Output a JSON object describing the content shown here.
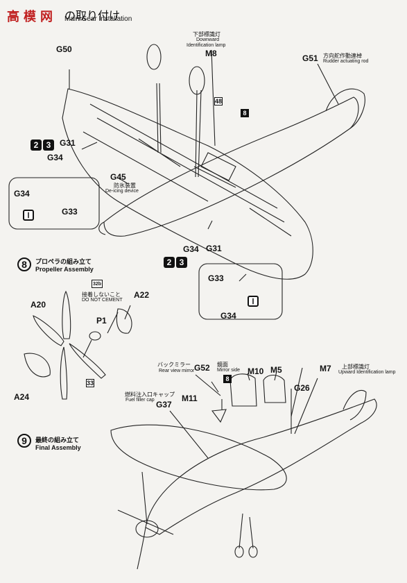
{
  "header": {
    "jp": "の取り付け",
    "en": "Main Gear Installation"
  },
  "parts": {
    "g50": "G50",
    "g51": "G51",
    "g51_jp": "方向舵作動連棹",
    "g51_en": "Rudder actuating rod",
    "m8": "M8",
    "m8_jp": "下部標識灯",
    "m8_en1": "Downward",
    "m8_en2": "Identification lamp",
    "g31_a": "G31",
    "g34_a": "G34",
    "g45": "G45",
    "g45_jp": "防氷装置",
    "g45_en": "De-icing device",
    "g34_b": "G34",
    "g33_b": "G33",
    "g34_c": "G34",
    "g31_c": "G31",
    "g33_d": "G33",
    "g34_d": "G34",
    "a20": "A20",
    "a22": "A22",
    "a24": "A24",
    "p1": "P1",
    "nocement_jp": "接着しないこと",
    "nocement_en": "DO NOT CEMENT",
    "g52": "G52",
    "g52_jp": "バックミラー",
    "g52_en": "Rear view mirror",
    "mirrorside_jp": "鏡面",
    "mirrorside_en": "Mirror side",
    "m10": "M10",
    "m5": "M5",
    "m7": "M7",
    "m7_jp": "上部標識灯",
    "m7_en": "Upward Identification lamp",
    "g26": "G26",
    "m11": "M11",
    "g37": "G37",
    "g37_jp": "燃料注入口キャップ",
    "g37_en": "Fuel filler cap"
  },
  "markers": {
    "box_48": "48",
    "box_8a": "8",
    "box_32b": "32b",
    "box_33": "33",
    "box_8b": "8",
    "badge2": "2",
    "badge3": "3",
    "roman1": "Ⅰ"
  },
  "steps": [
    {
      "num": "8",
      "jp": "プロペラの組み立て",
      "en": "Propeller Assembly"
    },
    {
      "num": "9",
      "jp": "最終の組み立て",
      "en": "Final Assembly"
    }
  ]
}
